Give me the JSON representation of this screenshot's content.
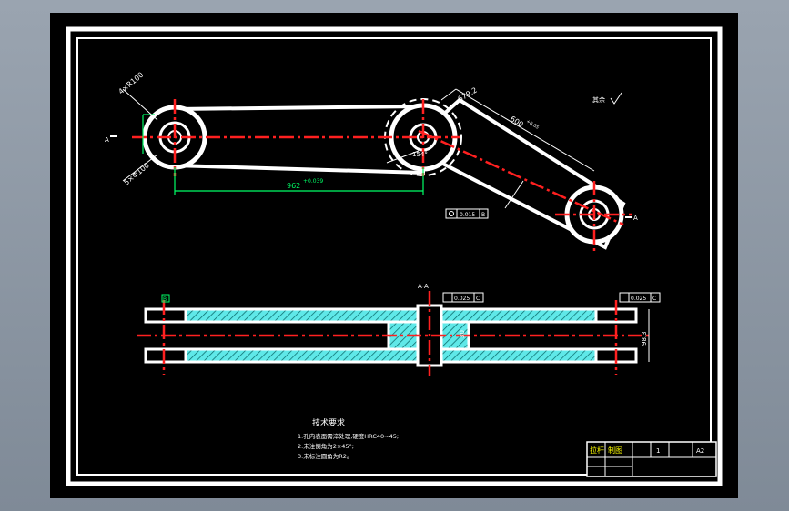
{
  "drawing": {
    "top_view": {
      "dim_hole_left_top": "4×R100",
      "dim_hole_left_bottom": "5×Φ100",
      "dim_length_main": "962",
      "dim_length_main_tol": "+0.039",
      "dim_angle": "154°",
      "dim_arm_width": "679.2",
      "dim_arm_length": "600",
      "dim_arm_tol": "+0.05",
      "parallel_ref_label": "0.015",
      "parallel_datum": "B",
      "surface_note": "其余",
      "section_marker_left": "A",
      "section_marker_right": "A"
    },
    "section_view": {
      "datum_label_left": "B",
      "tol_left_value": "0.025",
      "tol_left_datum": "C",
      "tol_right_value": "0.025",
      "tol_right_datum": "C",
      "top_marker": "A-A",
      "dim_inner": "30",
      "dim_height": "98.3"
    },
    "tech_requirements": {
      "title": "技术要求",
      "items": [
        "1.孔内表面需淬处理,硬度HRC40~45;",
        "2.未注倒角为2×45°;",
        "3.未标注圆角为R2。"
      ]
    },
    "title_block": {
      "cell_a": "拉杆",
      "cell_b": "制图",
      "cell_c": "1",
      "cell_d": "A2"
    }
  }
}
